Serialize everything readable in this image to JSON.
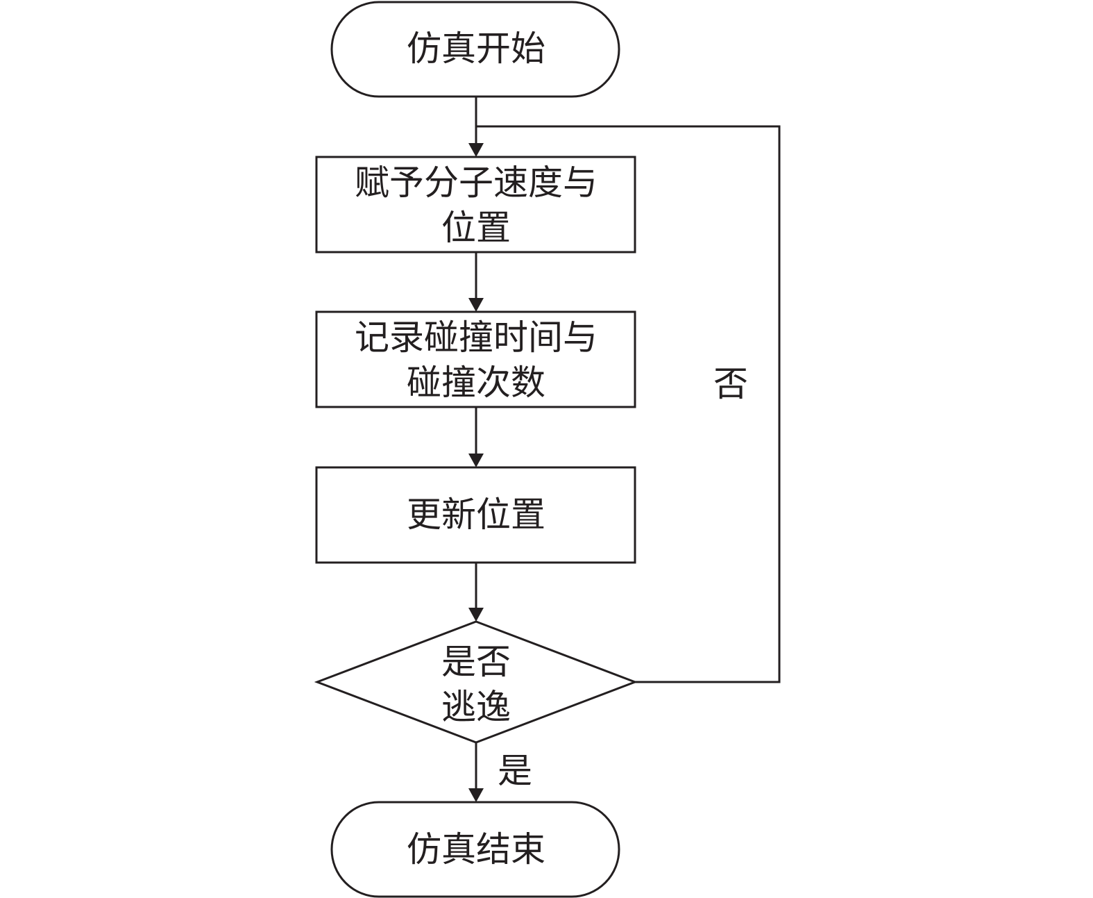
{
  "flowchart": {
    "nodes": {
      "start": {
        "lines": [
          "仿真开始"
        ]
      },
      "assign": {
        "lines": [
          "赋予分子速度与",
          "位置"
        ]
      },
      "record": {
        "lines": [
          "记录碰撞时间与",
          "碰撞次数"
        ]
      },
      "update": {
        "lines": [
          "更新位置"
        ]
      },
      "decision": {
        "lines": [
          "是否",
          "逃逸"
        ]
      },
      "end": {
        "lines": [
          "仿真结束"
        ]
      }
    },
    "edges": {
      "no_label": "否",
      "yes_label": "是"
    }
  },
  "colors": {
    "stroke": "#231f20",
    "fill": "#ffffff",
    "background": "#ffffff"
  }
}
